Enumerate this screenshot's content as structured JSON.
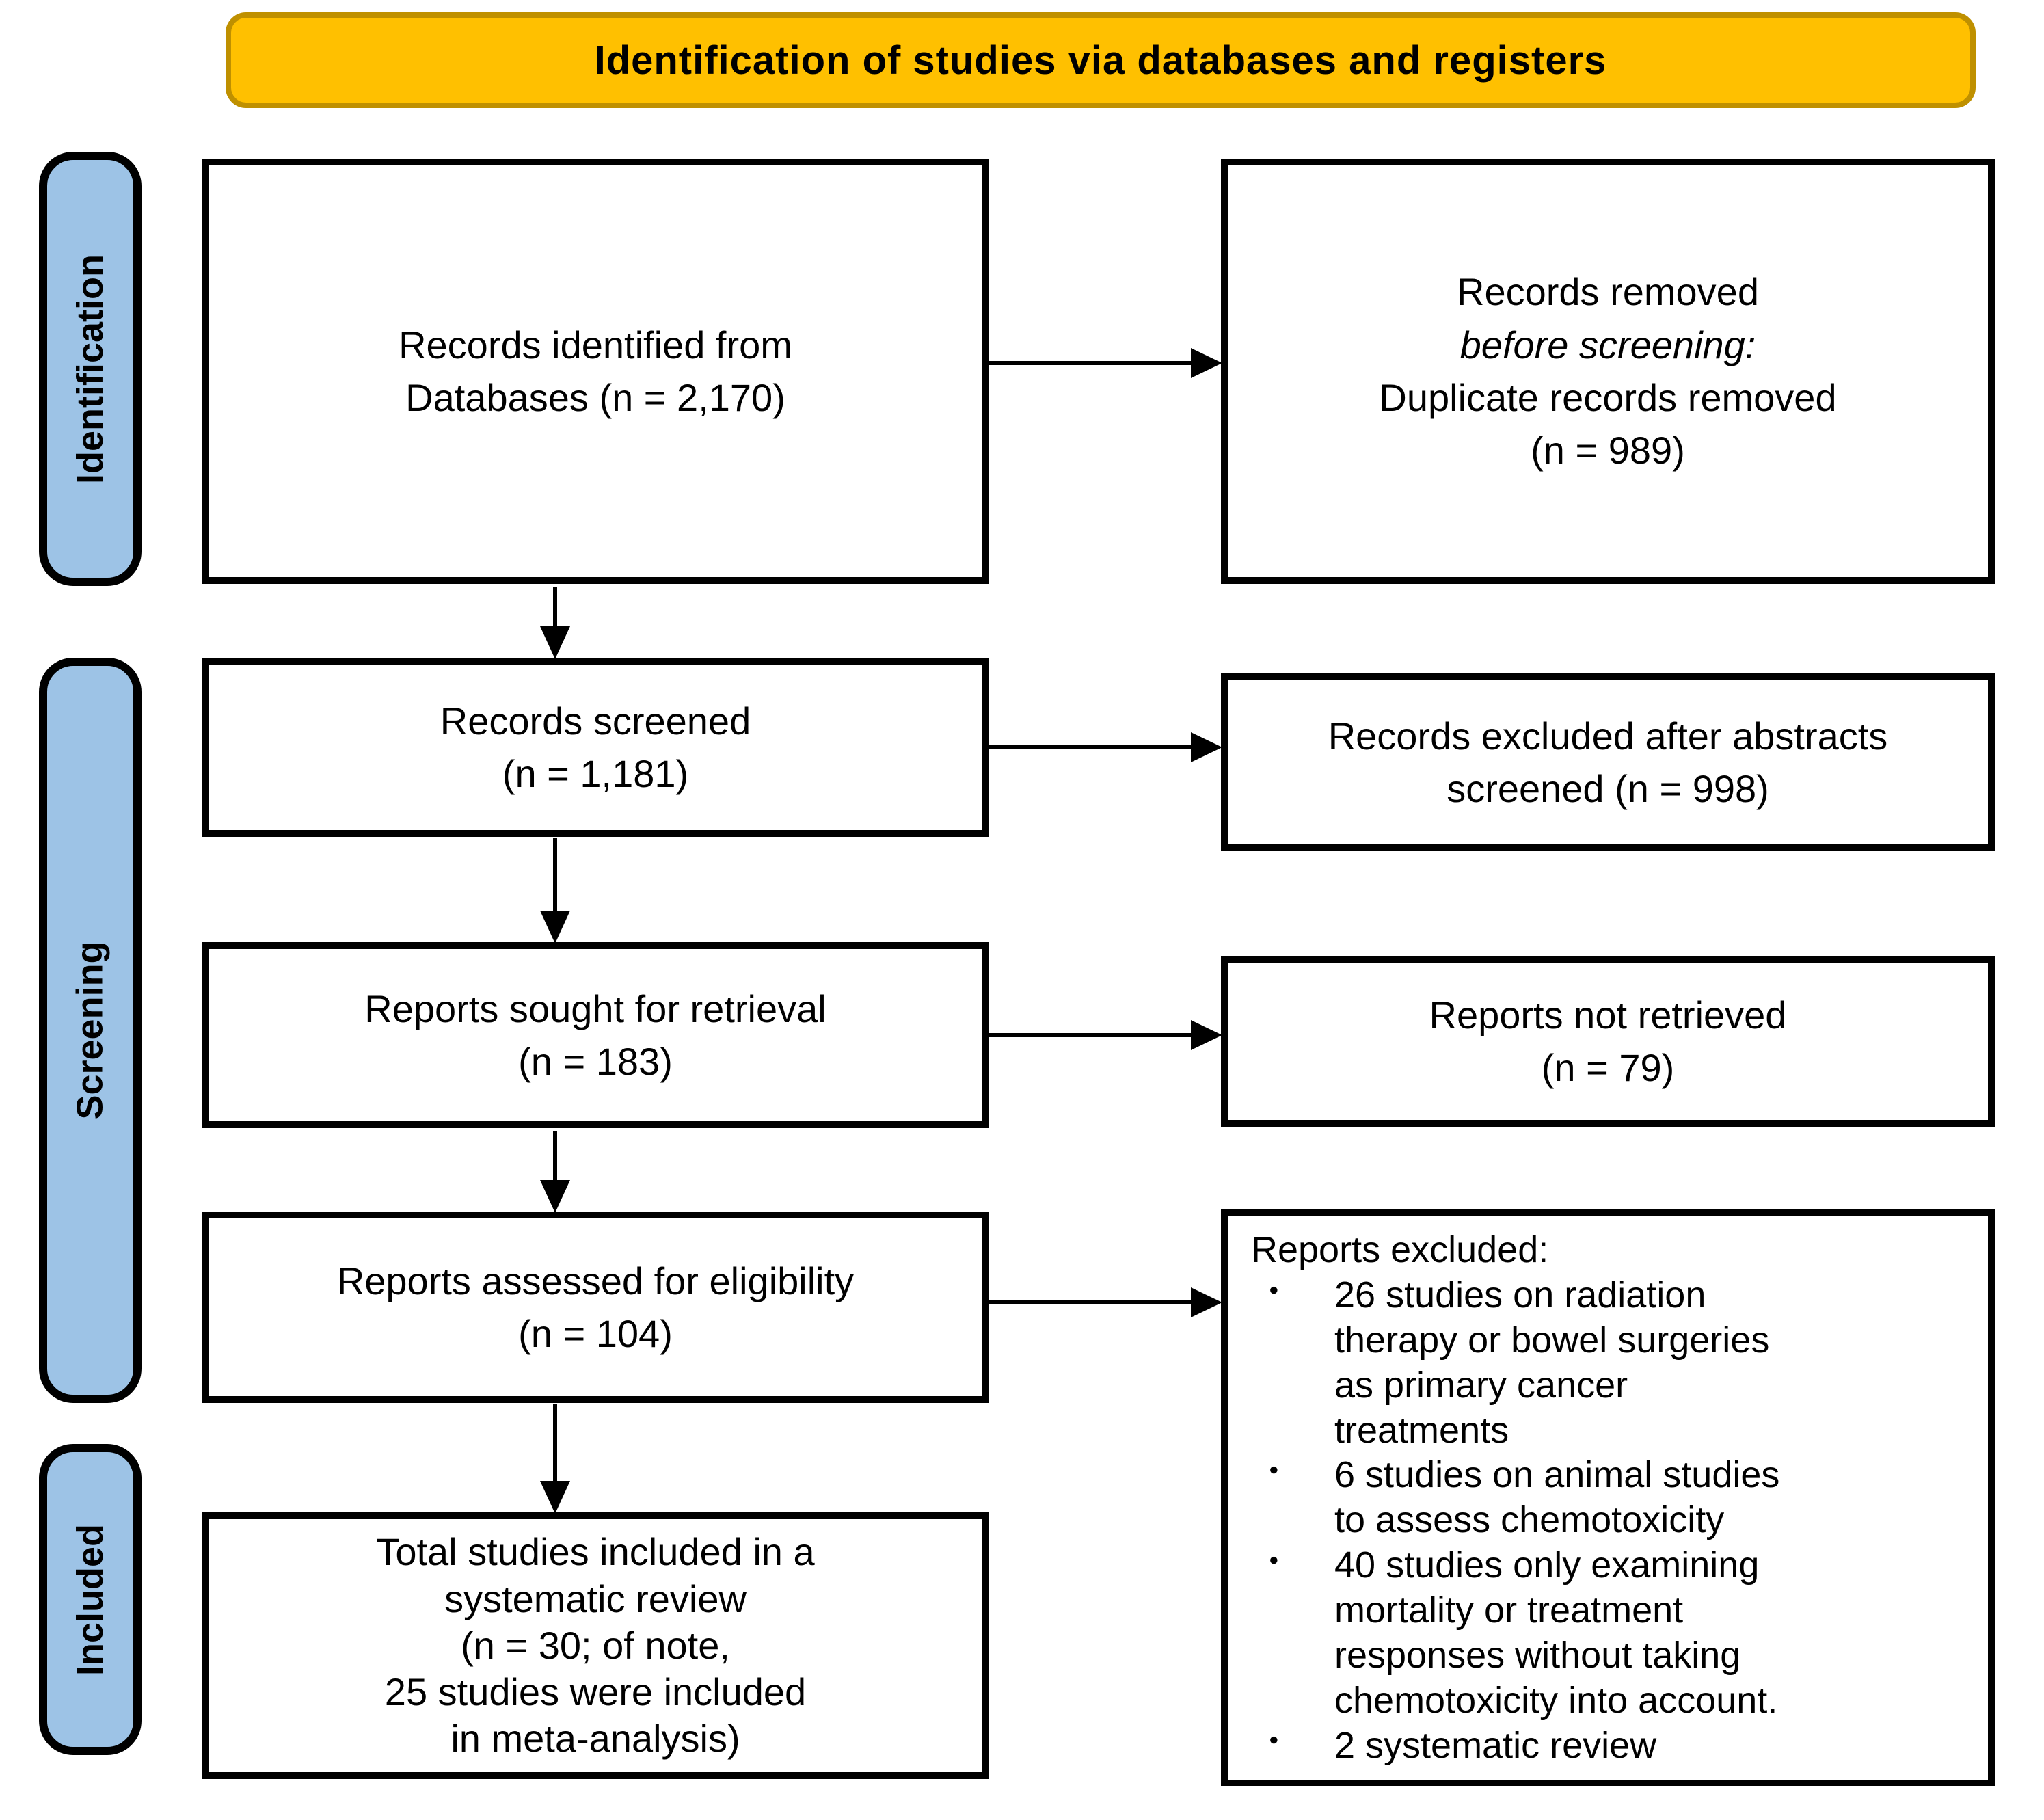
{
  "header": {
    "title": "Identification of studies via databases and registers"
  },
  "stages": [
    {
      "label": "Identification"
    },
    {
      "label": "Screening"
    },
    {
      "label": "Included"
    }
  ],
  "boxes": {
    "records_identified": {
      "lines": [
        "Records identified from",
        "Databases (n = 2,170)"
      ]
    },
    "records_removed": {
      "lines": [
        "Records removed",
        "before screening:",
        "Duplicate records removed",
        "(n = 989)"
      ]
    },
    "records_screened": {
      "lines": [
        "Records screened",
        "(n = 1,181)"
      ]
    },
    "records_excluded": {
      "lines": [
        "Records excluded after abstracts",
        "screened (n = 998)"
      ]
    },
    "reports_sought": {
      "lines": [
        "Reports sought for retrieval",
        "(n = 183)"
      ]
    },
    "reports_not_retrieved": {
      "lines": [
        "Reports not retrieved",
        "(n = 79)"
      ]
    },
    "reports_assessed": {
      "lines": [
        "Reports assessed for eligibility",
        "(n = 104)"
      ]
    },
    "reports_excluded": {
      "title": "Reports excluded:",
      "bullets": [
        {
          "lines": [
            "26 studies on radiation",
            "therapy or bowel surgeries",
            "as primary cancer",
            "treatments"
          ]
        },
        {
          "lines": [
            "6 studies on animal studies",
            "to assess chemotoxicity"
          ]
        },
        {
          "lines": [
            "40 studies only examining",
            "mortality or treatment",
            "responses without taking",
            "chemotoxicity into account."
          ]
        },
        {
          "lines": [
            "2 systematic review"
          ]
        }
      ]
    },
    "total_included": {
      "lines": [
        "Total studies included in a",
        "systematic review",
        "(n = 30; of note,",
        "25 studies were included",
        "in meta-analysis)"
      ]
    }
  },
  "colors": {
    "header-fill": "#FFC000",
    "header-border": "#BF9000",
    "stage-fill": "#9DC3E6",
    "box-border": "#000000",
    "arrow": "#000000"
  }
}
